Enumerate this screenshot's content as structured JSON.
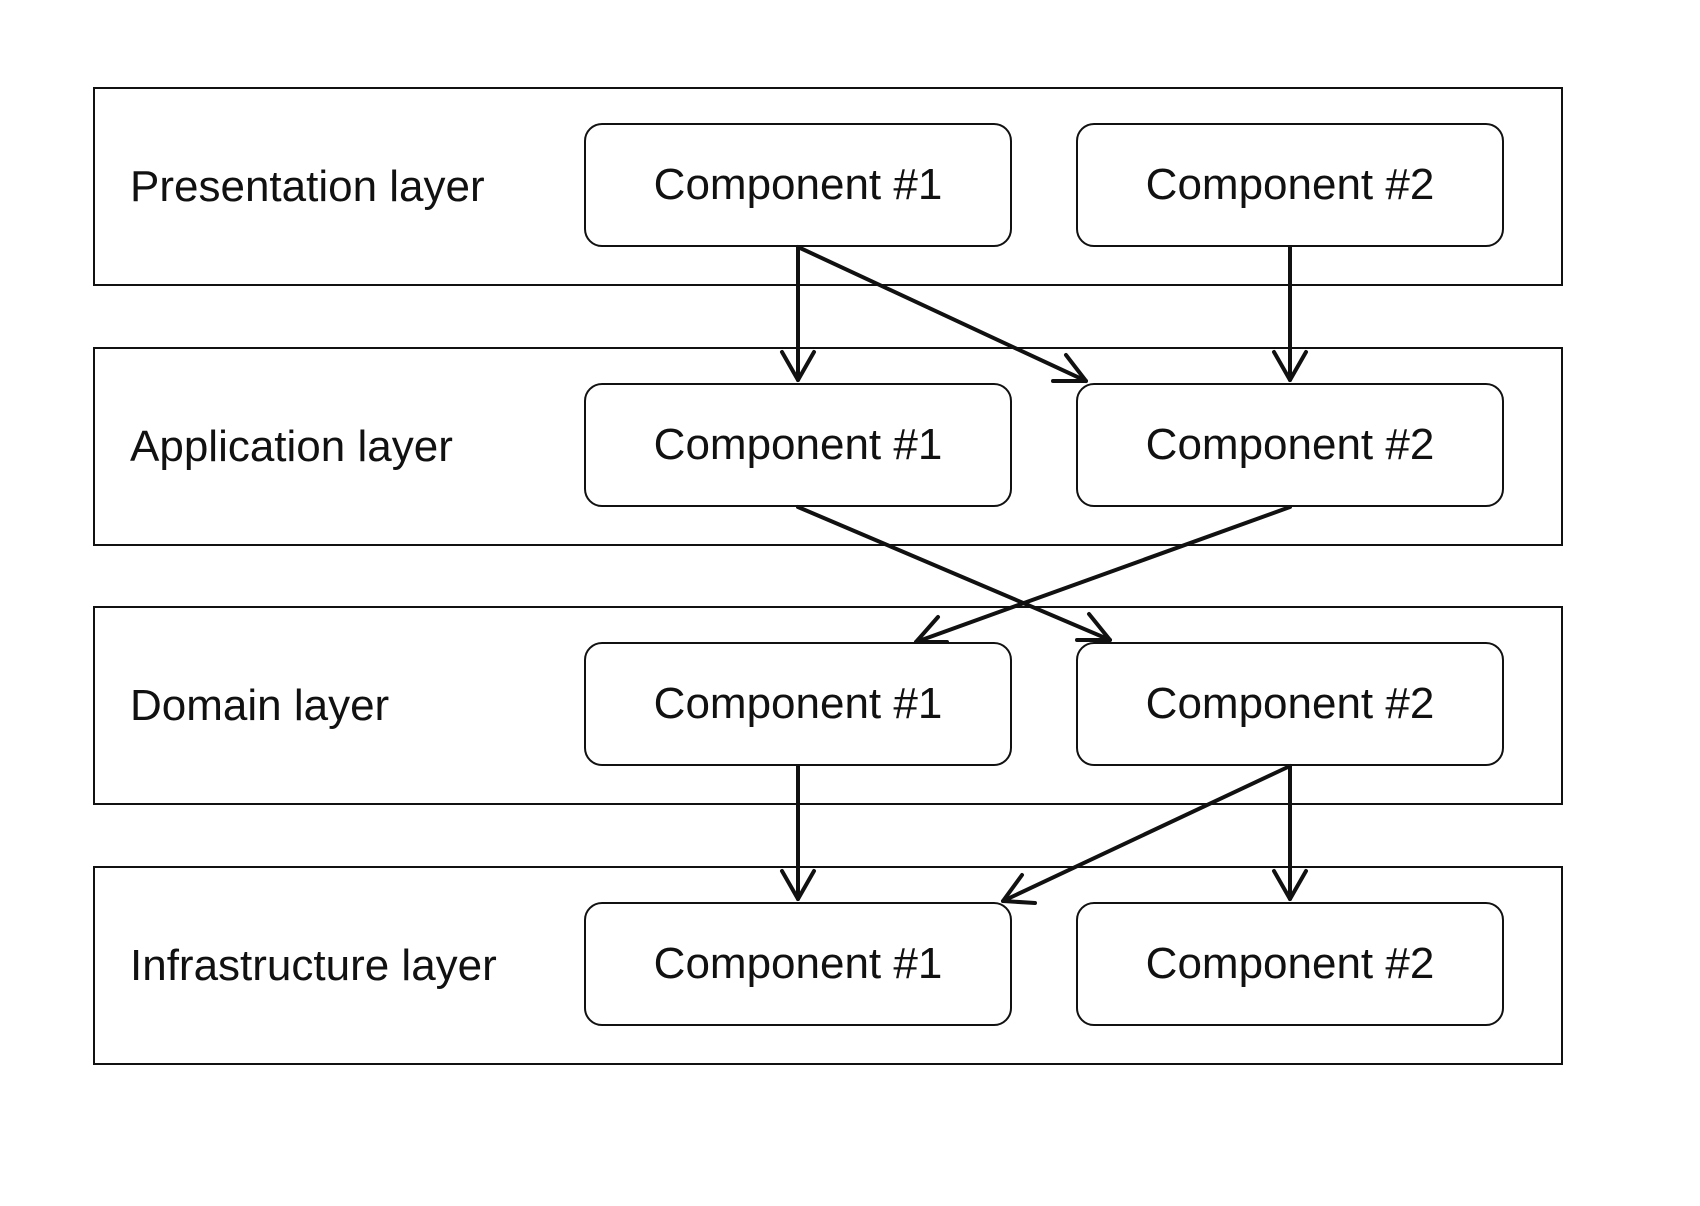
{
  "layers": [
    {
      "label": "Presentation layer",
      "components": [
        "Component #1",
        "Component #2"
      ]
    },
    {
      "label": "Application layer",
      "components": [
        "Component #1",
        "Component #2"
      ]
    },
    {
      "label": "Domain layer",
      "components": [
        "Component #1",
        "Component #2"
      ]
    },
    {
      "label": "Infrastructure layer",
      "components": [
        "Component #1",
        "Component #2"
      ]
    }
  ],
  "connections": [
    {
      "from": "Presentation layer / Component #1",
      "to": "Application layer / Component #1"
    },
    {
      "from": "Presentation layer / Component #1",
      "to": "Application layer / Component #2"
    },
    {
      "from": "Presentation layer / Component #2",
      "to": "Application layer / Component #2"
    },
    {
      "from": "Application layer / Component #1",
      "to": "Domain layer / Component #2"
    },
    {
      "from": "Application layer / Component #2",
      "to": "Domain layer / Component #1"
    },
    {
      "from": "Domain layer / Component #1",
      "to": "Infrastructure layer / Component #1"
    },
    {
      "from": "Domain layer / Component #2",
      "to": "Infrastructure layer / Component #1"
    },
    {
      "from": "Domain layer / Component #2",
      "to": "Infrastructure layer / Component #2"
    }
  ]
}
